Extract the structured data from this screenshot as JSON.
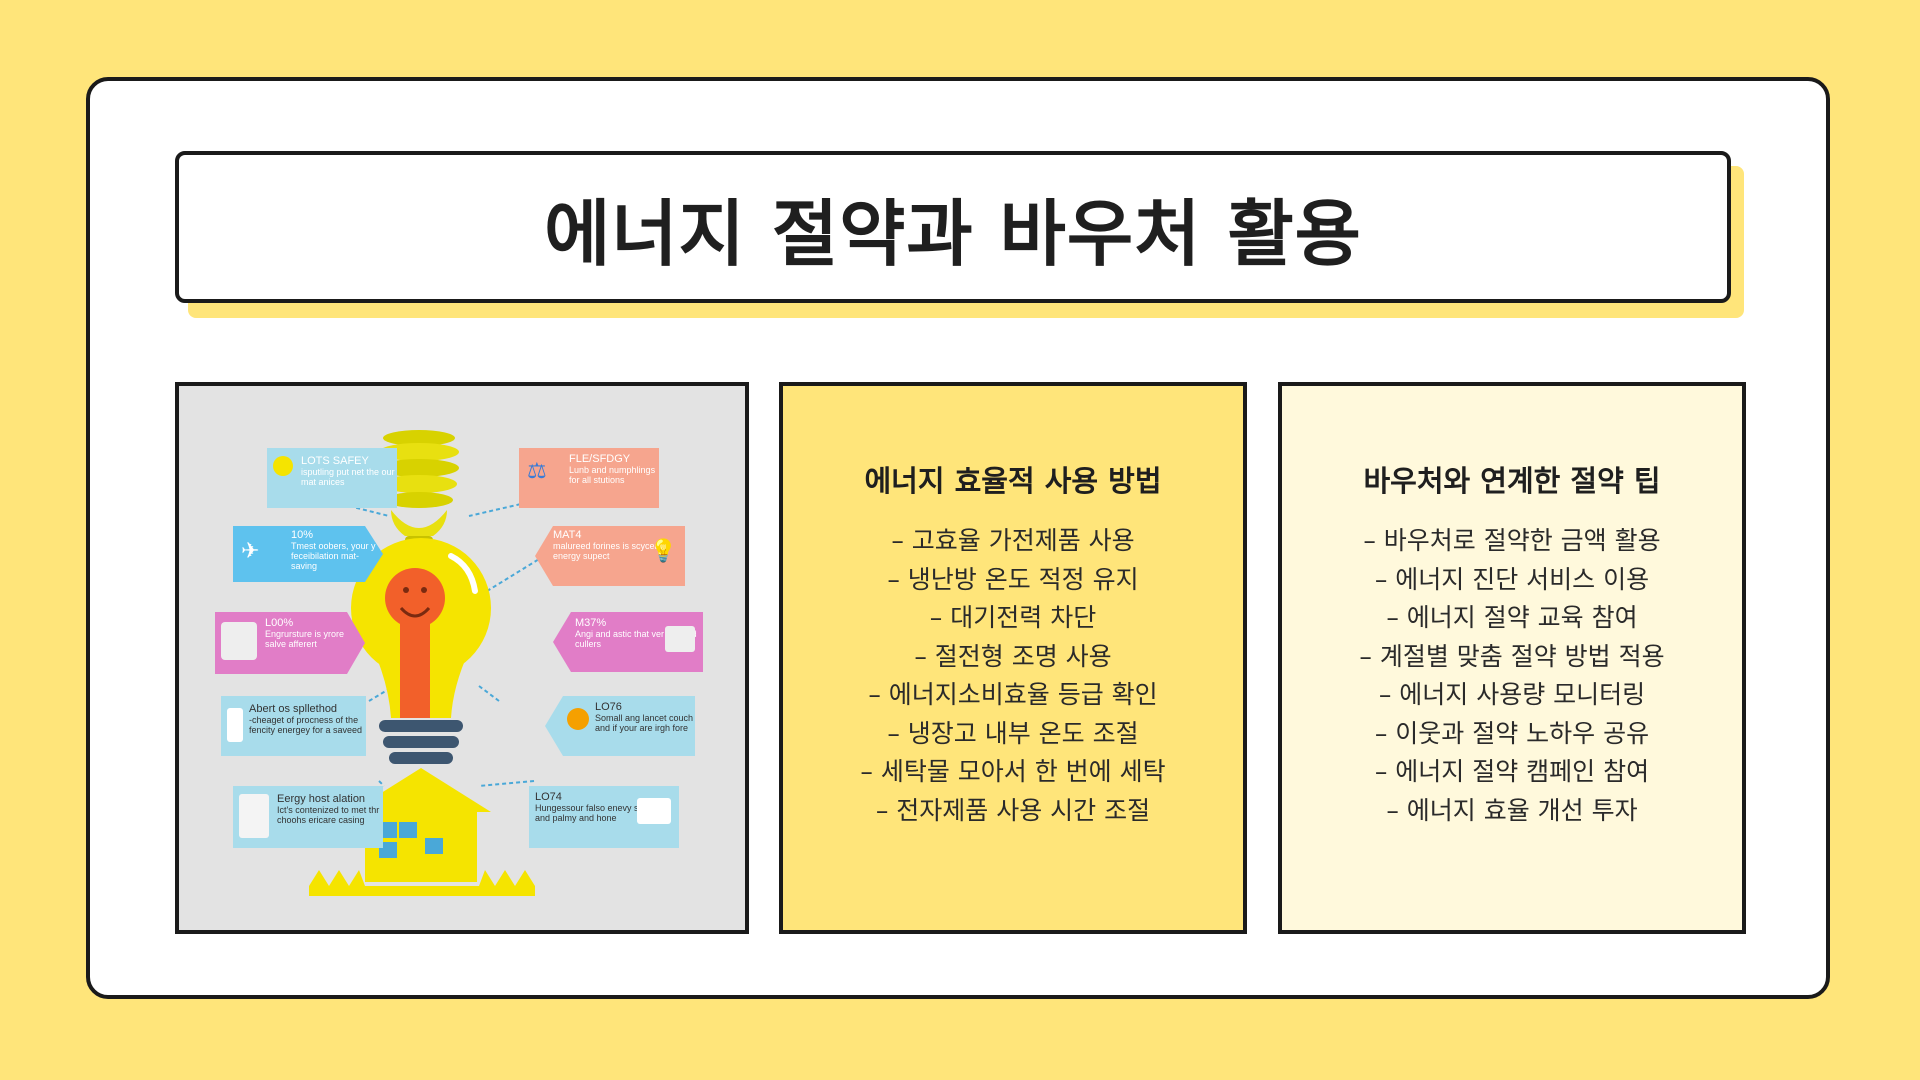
{
  "title": "에너지 절약과 바우처 활용",
  "colors": {
    "background": "#FFE57A",
    "card": "#FFFFFF",
    "yellow_panel": "#FFE57A",
    "cream_panel": "#FFF9DC",
    "border": "#1A1A1A"
  },
  "infographic": {
    "boxes": [
      {
        "title": "LOTS SAFEY",
        "body": "isputling put net the our mat anices",
        "icon": "sun-icon"
      },
      {
        "title": "FLE/SFDGY",
        "body": "Lunb and numphlings for all stutions",
        "icon": "scale-icon"
      },
      {
        "title": "10%",
        "body": "Tmest oobers, your y feceibilation mat-saving",
        "icon": "bird-icon"
      },
      {
        "title": "MAT4",
        "body": "malureed forines is scyceand energy supect",
        "icon": "bulb-icon"
      },
      {
        "title": "L00%",
        "body": "Engrursture is yrore salve afferert",
        "icon": "washing-machine-icon"
      },
      {
        "title": "M37%",
        "body": "Angi and astic that ver courfed cullers",
        "icon": "window-icon"
      },
      {
        "title": "Abert os spllethod",
        "body": "-cheaget of procness of the fencity energey for a saveed",
        "icon": "bottle-icon"
      },
      {
        "title": "LO76",
        "body": "Somall ang lancet couch and if your are irgh fore",
        "icon": "sun-icon"
      },
      {
        "title": "Eergy host alation",
        "body": "Ict's contenized to met thr choohs ericare casing",
        "icon": "fridge-icon"
      },
      {
        "title": "LO74",
        "body": "Hungessour falso enevy snerycs and palmy and hone",
        "icon": "monitor-icon"
      }
    ]
  },
  "panel_middle": {
    "heading": "에너지 효율적 사용 방법",
    "items": [
      "– 고효율 가전제품 사용",
      "– 냉난방 온도 적정 유지",
      "– 대기전력 차단",
      "– 절전형 조명 사용",
      "– 에너지소비효율 등급 확인",
      "– 냉장고 내부 온도 조절",
      "– 세탁물 모아서 한 번에 세탁",
      "– 전자제품 사용 시간 조절"
    ]
  },
  "panel_right": {
    "heading": "바우처와 연계한 절약 팁",
    "items": [
      "– 바우처로 절약한 금액 활용",
      "– 에너지 진단 서비스 이용",
      "– 에너지 절약 교육 참여",
      "– 계절별 맞춤 절약 방법 적용",
      "– 에너지 사용량 모니터링",
      "– 이웃과 절약 노하우 공유",
      "– 에너지 절약 캠페인 참여",
      "– 에너지 효율 개선 투자"
    ]
  }
}
